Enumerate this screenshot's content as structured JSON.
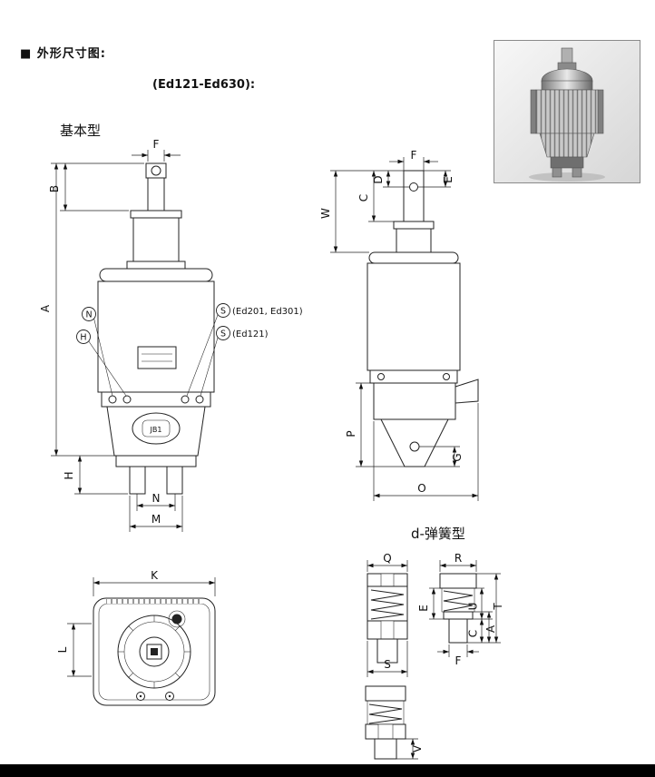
{
  "page": {
    "section_header": "■ 外形尺寸图:",
    "model_range": "(Ed121-Ed630):",
    "basic_type_label": "基本型",
    "spring_type_label": "d-弹簧型"
  },
  "front_view": {
    "dim_f": "F",
    "dim_b": "B",
    "dim_a": "A",
    "dim_h": "H",
    "dim_n": "N",
    "dim_m": "M",
    "callout_n": "N",
    "callout_h": "H",
    "callout_s1": "S",
    "callout_s1_note": "(Ed201, Ed301)",
    "callout_s2": "S",
    "callout_s2_note": "(Ed121)",
    "nameplate": "JB1"
  },
  "side_view": {
    "dim_f": "F",
    "dim_d": "D",
    "dim_e": "E",
    "dim_c": "C",
    "dim_w": "W",
    "dim_p": "P",
    "dim_g": "G",
    "dim_o": "O"
  },
  "top_view": {
    "dim_k": "K",
    "dim_l": "L"
  },
  "spring_view": {
    "dim_q": "Q",
    "dim_r": "R",
    "dim_t": "T",
    "dim_u": "U",
    "dim_e": "E",
    "dim_a": "A",
    "dim_c": "C",
    "dim_f": "F",
    "dim_s": "S",
    "dim_v": "V"
  }
}
